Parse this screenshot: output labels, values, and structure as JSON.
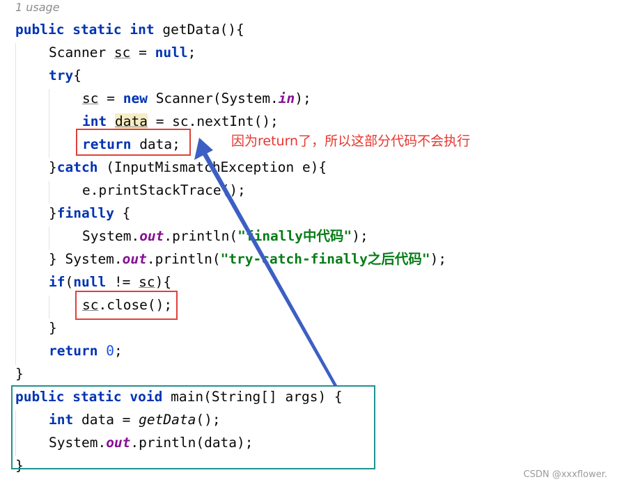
{
  "editor": {
    "usage_hint": "1 usage",
    "line1": {
      "kw1": "public",
      "kw2": "static",
      "kw3": "int",
      "rest": "getData(){"
    },
    "line2": {
      "pre": "Scanner ",
      "var": "sc",
      "mid": " = ",
      "kw": "null",
      "end": ";"
    },
    "line3": {
      "kw": "try",
      "end": "{"
    },
    "line4": {
      "var": "sc",
      "mid": " = ",
      "kw": "new",
      "pre2": " Scanner(System.",
      "field": "in",
      "end": ");"
    },
    "line5": {
      "kw": "int",
      "sp": " ",
      "var": "data",
      "end": " = sc.nextInt();"
    },
    "line6": {
      "kw": "return",
      "end": " data;"
    },
    "line7": {
      "pre": "}",
      "kw": "catch",
      "end": " (InputMismatchException e){"
    },
    "line8": {
      "text": "e.printStackTrace();"
    },
    "line9": {
      "pre": "}",
      "kw": "finally",
      "end": " {"
    },
    "line10": {
      "pre": "System.",
      "field": "out",
      "mid": ".println(",
      "str": "\"finally中代码\"",
      "end": ");"
    },
    "line11": {
      "pre": "} System.",
      "field": "out",
      "mid": ".println(",
      "str": "\"try-catch-finally之后代码\"",
      "end": ");"
    },
    "line12": {
      "kw": "if",
      "mid": "(",
      "kw2": "null",
      "mid2": " != ",
      "var": "sc",
      "end": "){"
    },
    "line13": {
      "var": "sc",
      "end": ".close();"
    },
    "line14": {
      "text": "}"
    },
    "line15": {
      "kw": "return",
      "sp": " ",
      "num": "0",
      "end": ";"
    },
    "line16": {
      "text": "}"
    },
    "line17": {
      "kw1": "public",
      "kw2": "static",
      "kw3": "void",
      "rest": "main(String[] args) {"
    },
    "line18": {
      "kw": "int",
      "mid": " data = ",
      "call": "getData",
      "end": "();"
    },
    "line19": {
      "pre": "System.",
      "field": "out",
      "end": ".println(data);"
    },
    "line20": {
      "text": "}"
    }
  },
  "annotation": {
    "text": "因为return了，所以这部分代码不会执行"
  },
  "watermark": {
    "text": "CSDN @xxxflower."
  },
  "colors": {
    "keyword": "#0033b3",
    "static_field": "#871094",
    "string": "#067d17",
    "number": "#1750eb",
    "annotation_red": "#e0403a",
    "box_teal": "#1e9190",
    "arrow_blue": "#3d5fc4"
  }
}
